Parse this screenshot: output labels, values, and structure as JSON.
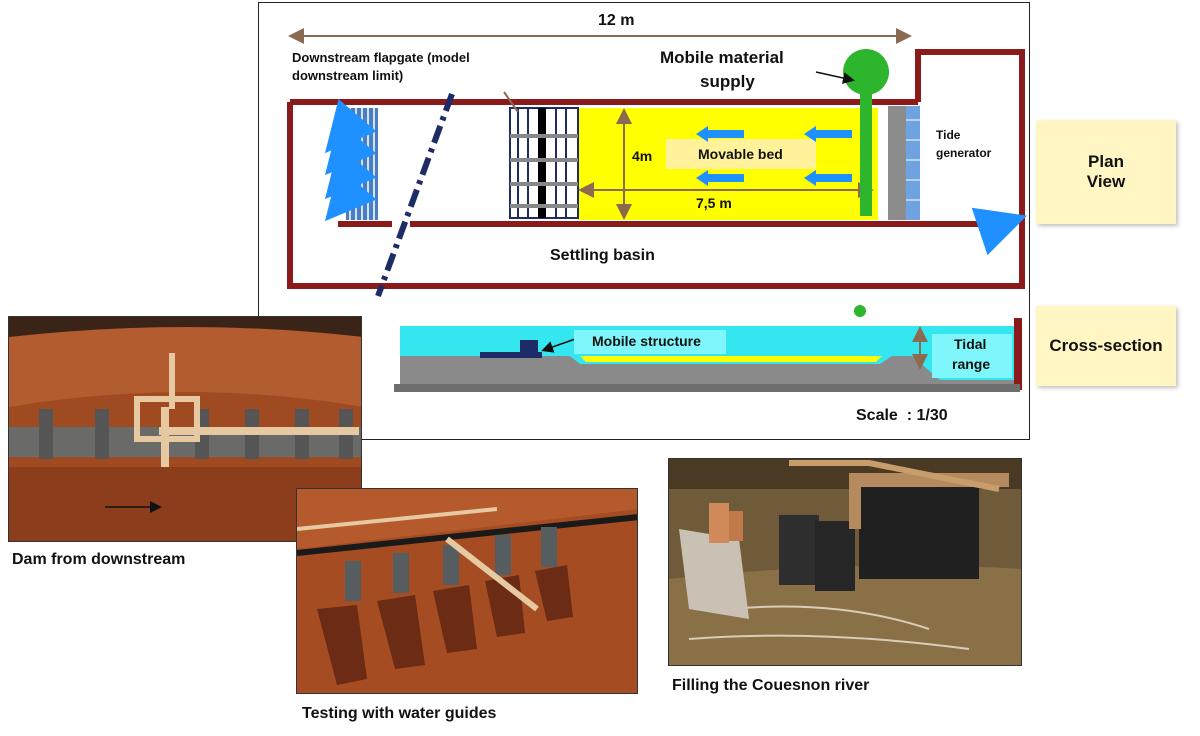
{
  "plan": {
    "length_label": "12 m",
    "flapgate_label_line1": "Downstream flapgate (model",
    "flapgate_label_line2": "downstream limit)",
    "supply_label_line1": "Mobile material",
    "supply_label_line2": "supply",
    "tide_label_line1": "Tide",
    "tide_label_line2": "generator",
    "width_label": "4m",
    "bed_label": "Movable bed",
    "bed_length_label": "7,5 m",
    "basin_label": "Settling basin"
  },
  "section": {
    "structure_label": "Mobile structure",
    "tidal_label_line1": "Tidal",
    "tidal_label_line2": "range",
    "scale_label": "Scale  : 1/30"
  },
  "notes": {
    "plan_view_line1": "Plan",
    "plan_view_line2": "View",
    "cross_section": "Cross-section"
  },
  "photos": {
    "dam_caption": "Dam from downstream",
    "guides_caption": "Testing with water guides",
    "filling_caption": "Filling the Couesnon river"
  },
  "colors": {
    "wall": "#8b1a1a",
    "bed": "#ffff00",
    "water": "#33e6f0",
    "supply": "#2db52d",
    "arrow": "#1e90ff",
    "sediment": "#b4552c"
  }
}
